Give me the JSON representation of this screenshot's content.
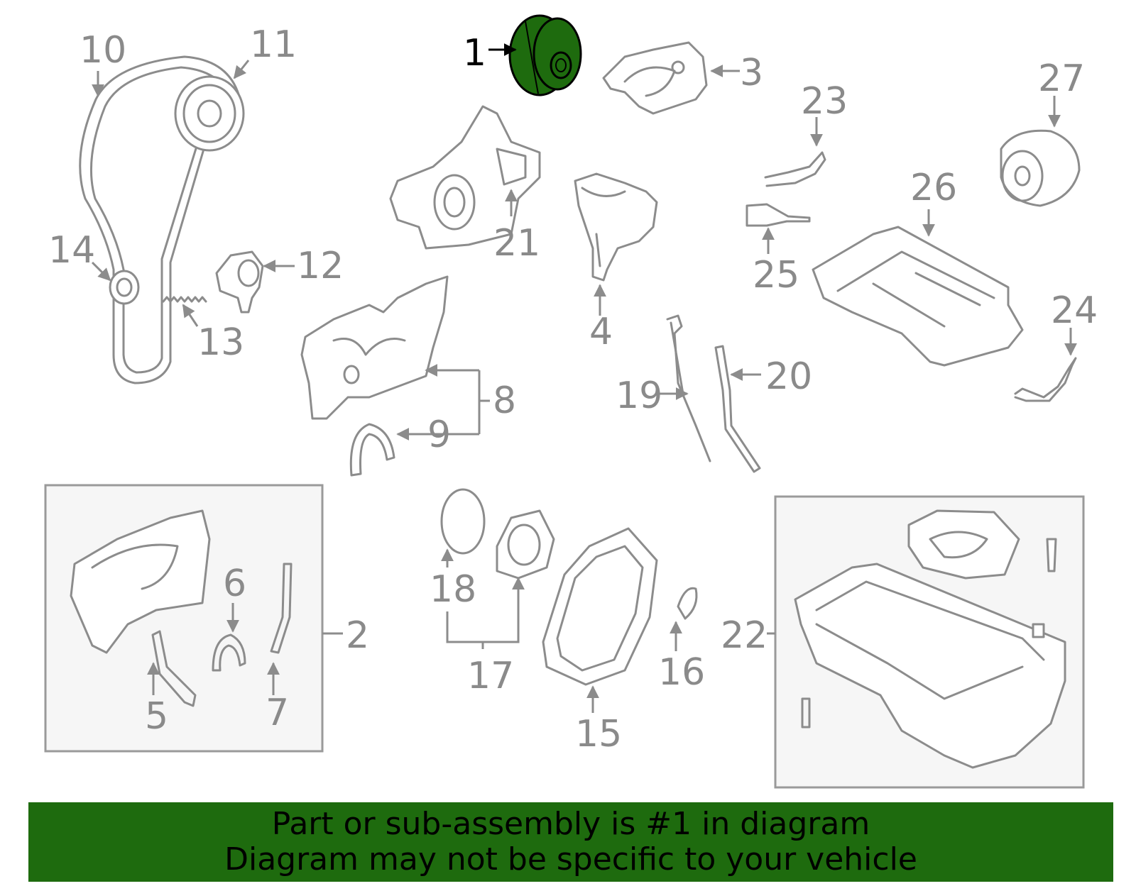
{
  "highlight_color": "#1e6b0e",
  "callouts": {
    "c1": "1",
    "c2": "2",
    "c3": "3",
    "c4": "4",
    "c5": "5",
    "c6": "6",
    "c7": "7",
    "c8": "8",
    "c9": "9",
    "c10": "10",
    "c11": "11",
    "c12": "12",
    "c13": "13",
    "c14": "14",
    "c15": "15",
    "c16": "16",
    "c17": "17",
    "c18": "18",
    "c19": "19",
    "c20": "20",
    "c21": "21",
    "c22": "22",
    "c23": "23",
    "c24": "24",
    "c25": "25",
    "c26": "26",
    "c27": "27"
  },
  "banner": {
    "line1": "Part or sub-assembly is #1 in diagram",
    "line2": "Diagram may not be specific to your vehicle"
  }
}
